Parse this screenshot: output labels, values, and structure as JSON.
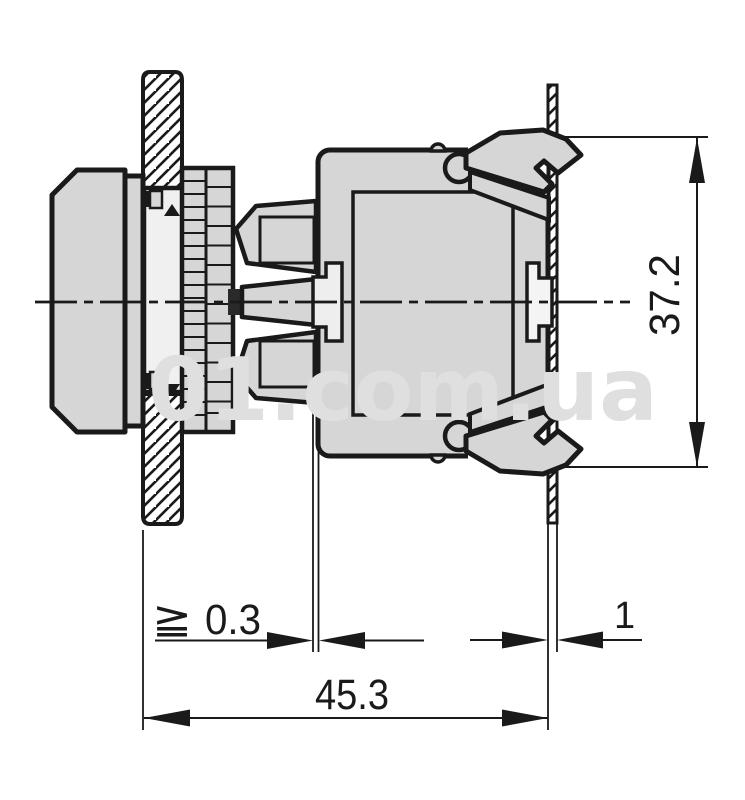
{
  "meta": {
    "type": "technical-drawing",
    "subject": "Panel-mount push-button with rear contact block, side view with mounting dimensions"
  },
  "watermark": {
    "text": "01.com.ua"
  },
  "dimensions": {
    "height_label": "37.2",
    "gap_symbol": "≧",
    "gap_label": "0.3",
    "depth_label": "45.3",
    "plate_label": "1"
  },
  "colors": {
    "line": "#1a1a1a",
    "fill_gray": "#d6d6d6",
    "fill_light": "#f0f0f0",
    "watermark": "#dfdfdf",
    "background": "#ffffff"
  }
}
